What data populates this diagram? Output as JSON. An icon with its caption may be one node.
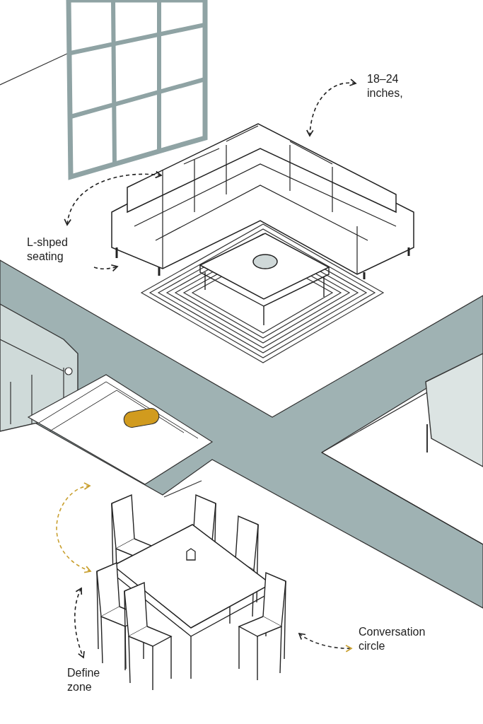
{
  "diagram": {
    "labels": [
      "18–24 inches,",
      "L-shped seating",
      "Define zone",
      "Conversation circle"
    ]
  }
}
